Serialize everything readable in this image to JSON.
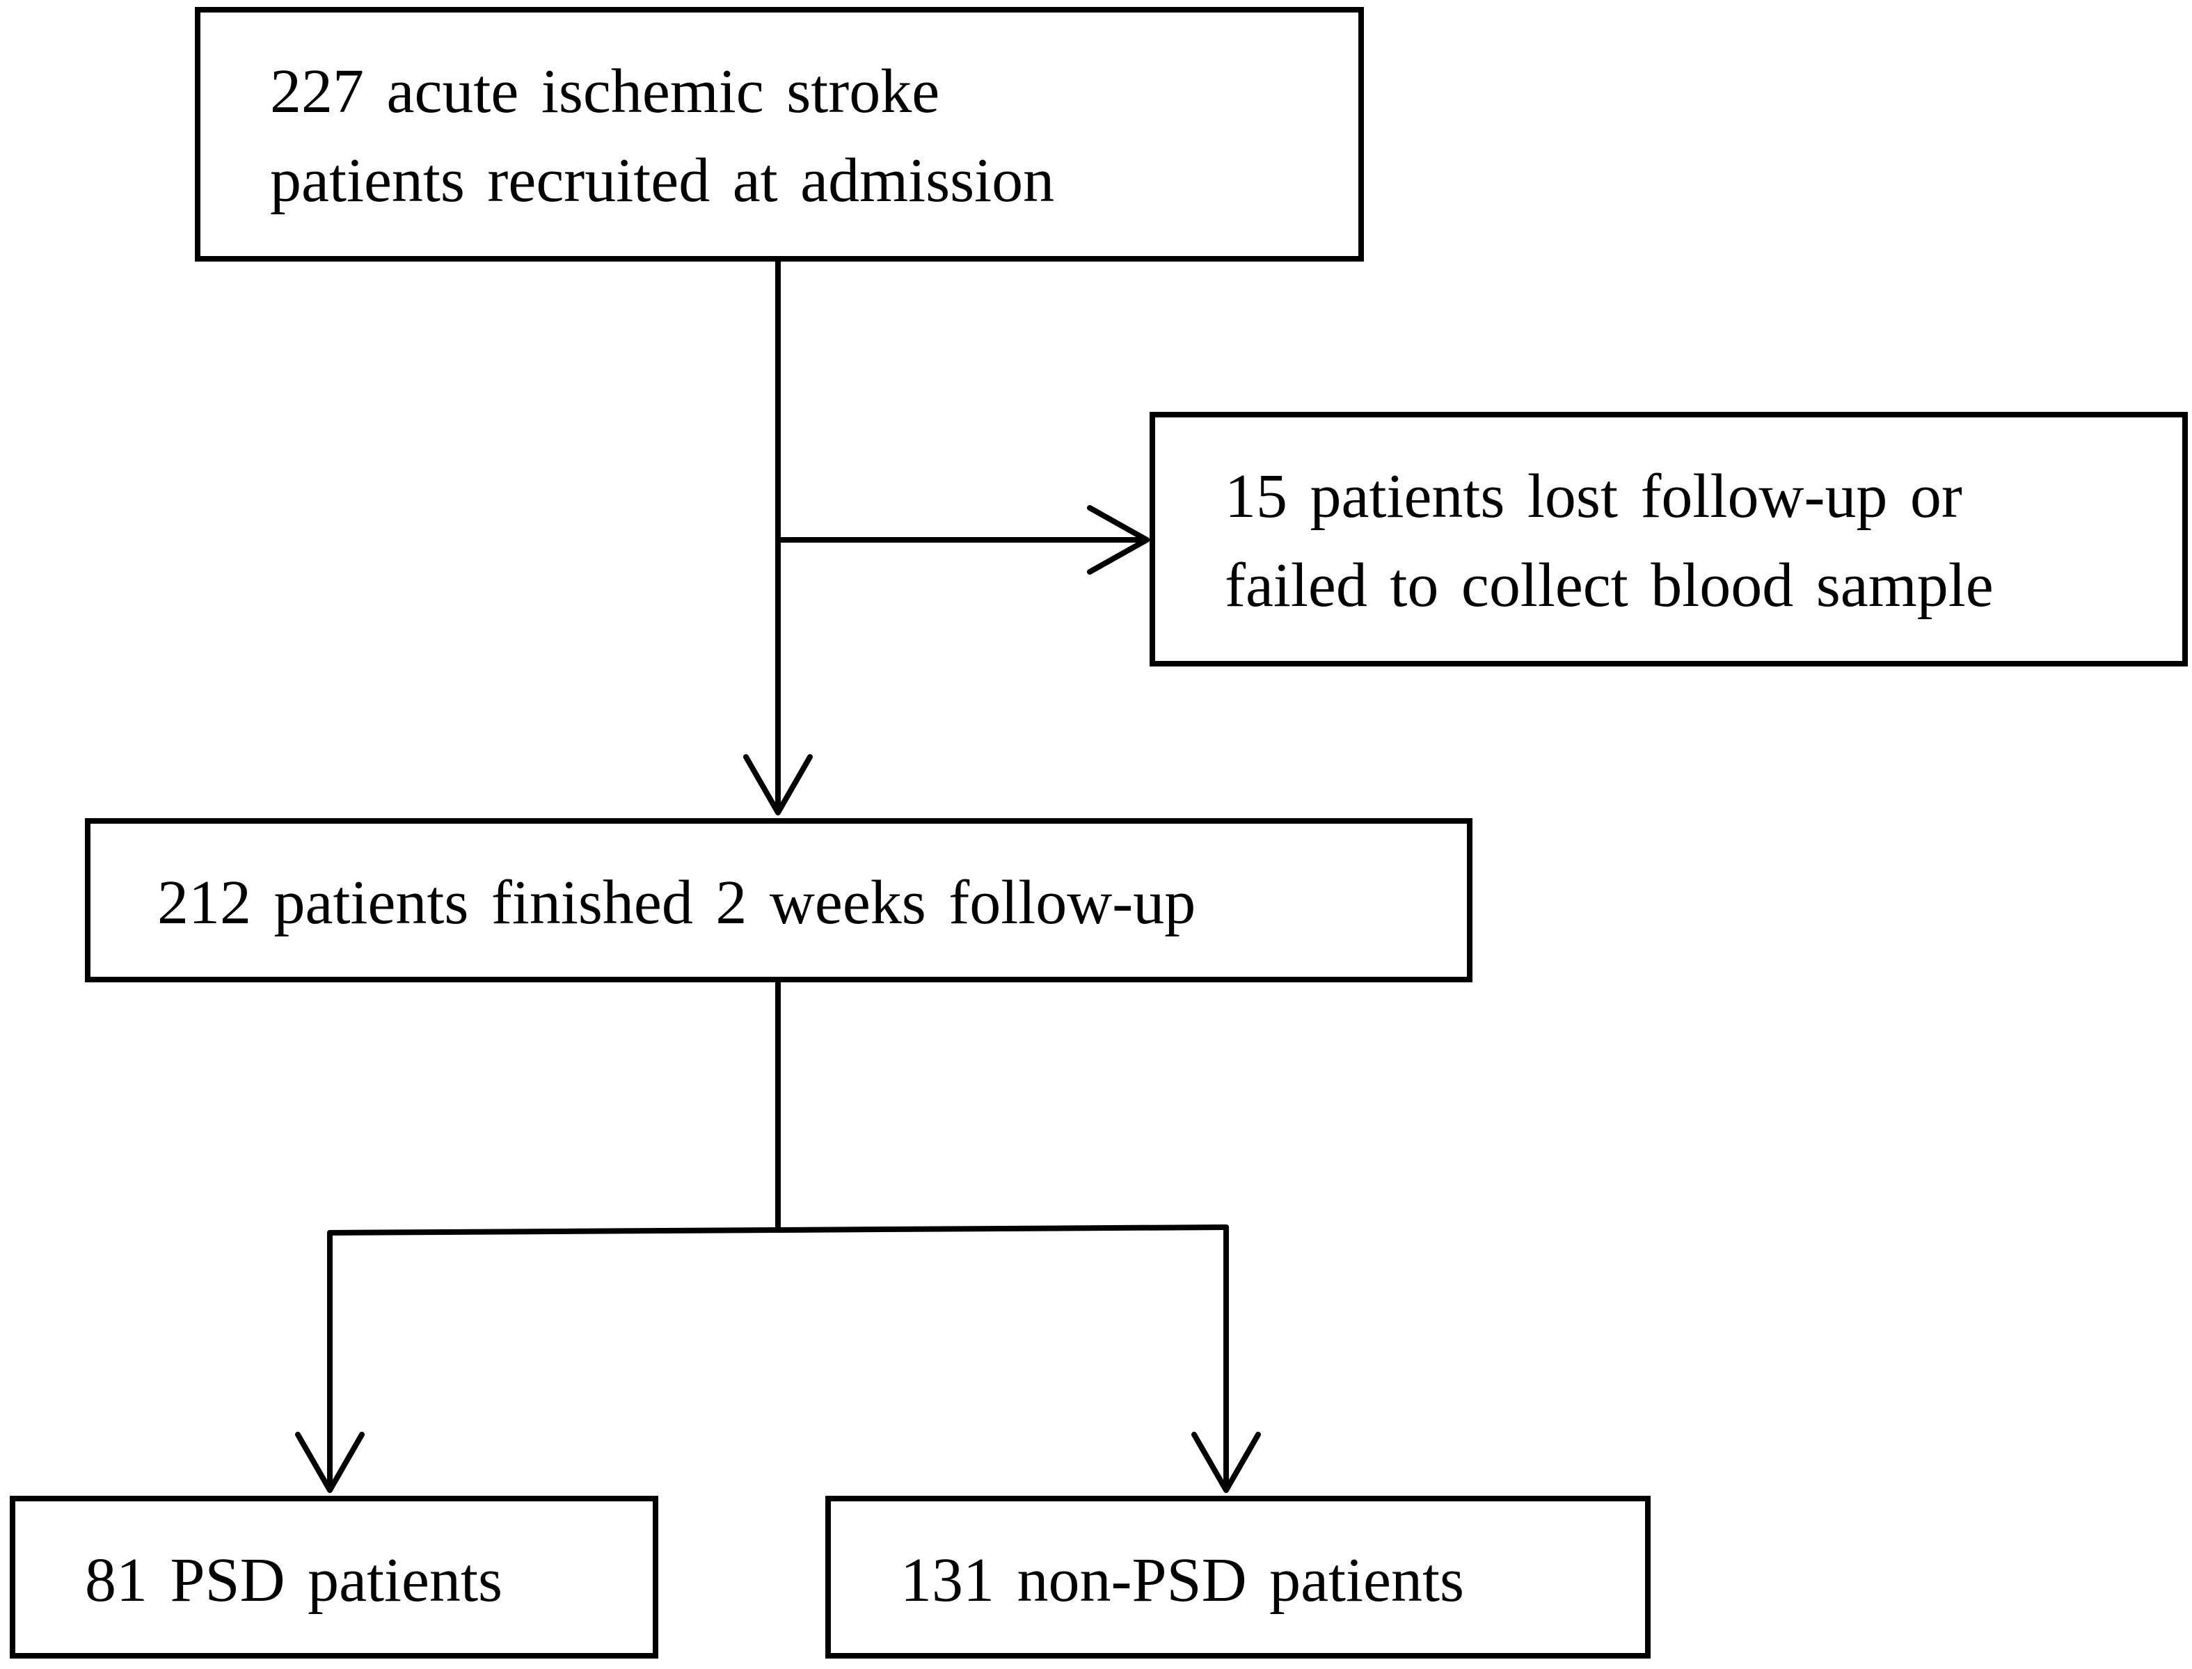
{
  "flowchart": {
    "recruited": {
      "line1": "227 acute ischemic stroke",
      "line2": "patients recruited at admission"
    },
    "excluded": {
      "line1": "15 patients lost follow-up or",
      "line2": "failed to collect blood sample"
    },
    "finished": {
      "line1": "212 patients finished 2 weeks follow-up"
    },
    "psd": {
      "line1": "81 PSD patients"
    },
    "non_psd": {
      "line1": "131 non-PSD patients"
    }
  },
  "colors": {
    "line": "#000000",
    "box_border": "#000000",
    "background": "#ffffff"
  }
}
